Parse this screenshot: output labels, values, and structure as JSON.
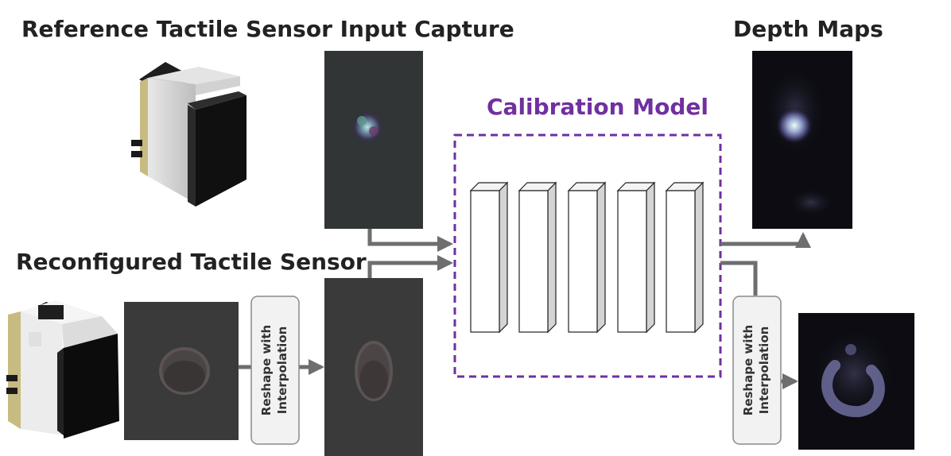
{
  "titles": {
    "reference": "Reference Tactile Sensor Input Capture",
    "reconfigured": "Reconfigured Tactile Sensor",
    "calibration": "Calibration Model",
    "depth": "Depth Maps"
  },
  "reshape_label": {
    "line1": "Reshape with",
    "line2": "Interpolation"
  },
  "colors": {
    "calibration": "#7030a0",
    "arrow": "#6e6e6e",
    "text": "#222222"
  },
  "model_layers": 5
}
